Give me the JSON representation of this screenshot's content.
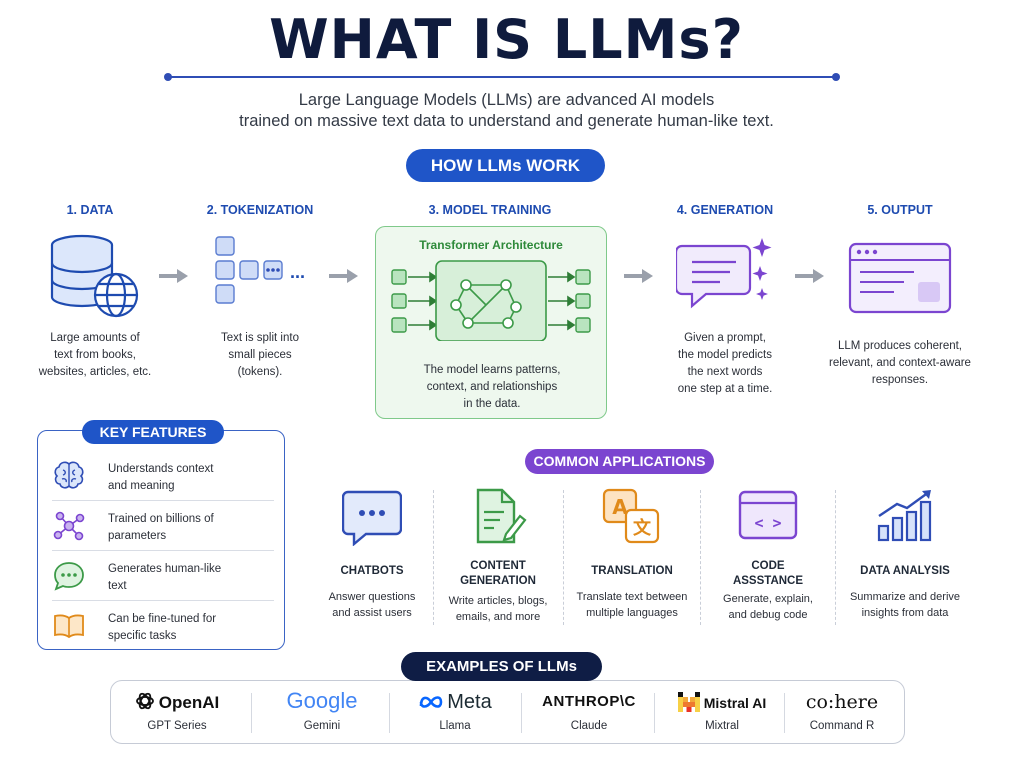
{
  "title": "WHAT IS LLMs?",
  "subtitle": {
    "line1": "Large Language Models (LLMs) are advanced AI models",
    "line2": "trained on massive text data to understand and generate human-like text."
  },
  "how_section": {
    "label": "HOW LLMs WORK",
    "steps": [
      {
        "title": "1. DATA",
        "desc": [
          "Large amounts of",
          "text from books,",
          "websites, articles, etc."
        ]
      },
      {
        "title": "2. TOKENIZATION",
        "desc": [
          "Text is split into",
          "small pieces",
          "(tokens)."
        ],
        "dots": "..."
      },
      {
        "title": "3. MODEL TRAINING",
        "box_label": "Transformer Architecture",
        "desc": [
          "The model learns patterns,",
          "context, and relationships",
          "in the data."
        ]
      },
      {
        "title": "4. GENERATION",
        "desc": [
          "Given a prompt,",
          "the model predicts",
          "the next words",
          "one step at a time."
        ]
      },
      {
        "title": "5. OUTPUT",
        "desc": [
          "LLM produces coherent,",
          "relevant, and context-aware",
          "responses."
        ]
      }
    ]
  },
  "features": {
    "label": "KEY FEATURES",
    "items": [
      {
        "icon": "brain-icon",
        "text": [
          "Understands context",
          "and meaning"
        ]
      },
      {
        "icon": "network-icon",
        "text": [
          "Trained on billions of",
          "parameters"
        ]
      },
      {
        "icon": "chat-bubble-icon",
        "text": [
          "Generates human-like",
          "text"
        ]
      },
      {
        "icon": "open-book-icon",
        "text": [
          "Can be fine-tuned for",
          "specific tasks"
        ]
      }
    ]
  },
  "applications": {
    "label": "COMMON APPLICATIONS",
    "items": [
      {
        "title": [
          "CHATBOTS"
        ],
        "desc": [
          "Answer questions",
          "and assist users"
        ]
      },
      {
        "title": [
          "CONTENT",
          "GENERATION"
        ],
        "desc": [
          "Write articles, blogs,",
          "emails, and more"
        ]
      },
      {
        "title": [
          "TRANSLATION"
        ],
        "desc": [
          "Translate text between",
          "multiple languages"
        ],
        "glyphs": [
          "A",
          "文"
        ]
      },
      {
        "title": [
          "CODE",
          "ASSSTANCE"
        ],
        "desc": [
          "Generate, explain,",
          "and debug code"
        ],
        "glyph": "< >"
      },
      {
        "title": [
          "DATA ANALYSIS"
        ],
        "desc": [
          "Summarize and derive",
          "insights from data"
        ]
      }
    ]
  },
  "examples": {
    "label": "EXAMPLES OF LLMs",
    "items": [
      {
        "brand": "OpenAI",
        "model": "GPT Series"
      },
      {
        "brand": "Google",
        "model": "Gemini"
      },
      {
        "brand": "Meta",
        "model": "Llama"
      },
      {
        "brand": "ANTHROP\\C",
        "model": "Claude"
      },
      {
        "brand": "Mistral AI",
        "model": "Mixtral"
      },
      {
        "brand": "co:here",
        "model": "Command R"
      }
    ]
  },
  "colors": {
    "accent_blue": "#1f55c8",
    "accent_purple": "#7b45d0",
    "accent_green": "#2e8a3a",
    "navy": "#0f1d45"
  }
}
